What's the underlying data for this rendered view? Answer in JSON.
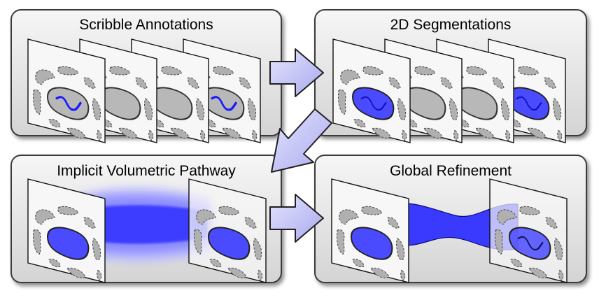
{
  "panels": {
    "scribble": {
      "title": "Scribble Annotations"
    },
    "segmentations": {
      "title": "2D Segmentations"
    },
    "pathway": {
      "title": "Implicit Volumetric Pathway"
    },
    "refinement": {
      "title": "Global Refinement"
    }
  },
  "colors": {
    "panel_fill_top": "#f4f4f4",
    "panel_fill_bottom": "#d9d9d9",
    "panel_border": "#3a3a3a",
    "organ_gray": "#b0b0b0",
    "segmentation_blue": "#2b2bff",
    "scribble_blue": "#1a1aff",
    "arrow_fill": "#c9c9f5",
    "arrow_stroke": "#202020"
  }
}
